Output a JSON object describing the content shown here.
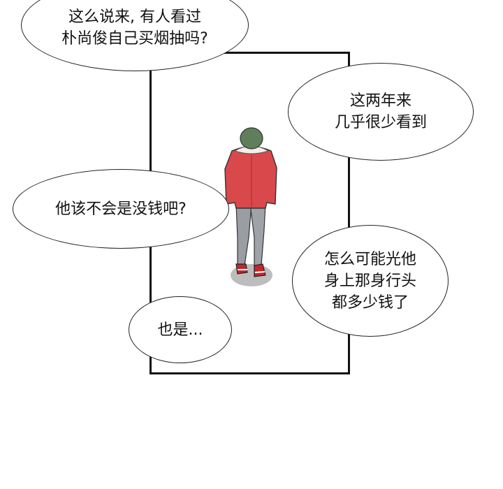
{
  "bubbles": {
    "top_left": "这么说来, 有人看过\n朴尚俊自己买烟抽吗?",
    "top_right": "这两年来\n几乎很少看到",
    "middle_left": "他该不会是没钱吧?",
    "middle_right": "怎么可能光他\n身上那身行头\n都多少钱了",
    "bottom_left": "也是..."
  },
  "colors": {
    "panel_border": "#111111",
    "jacket": "#d9484b",
    "pants": "#9a9da3",
    "hair": "#5f7f5a",
    "shadow": "#bdbdbd"
  }
}
